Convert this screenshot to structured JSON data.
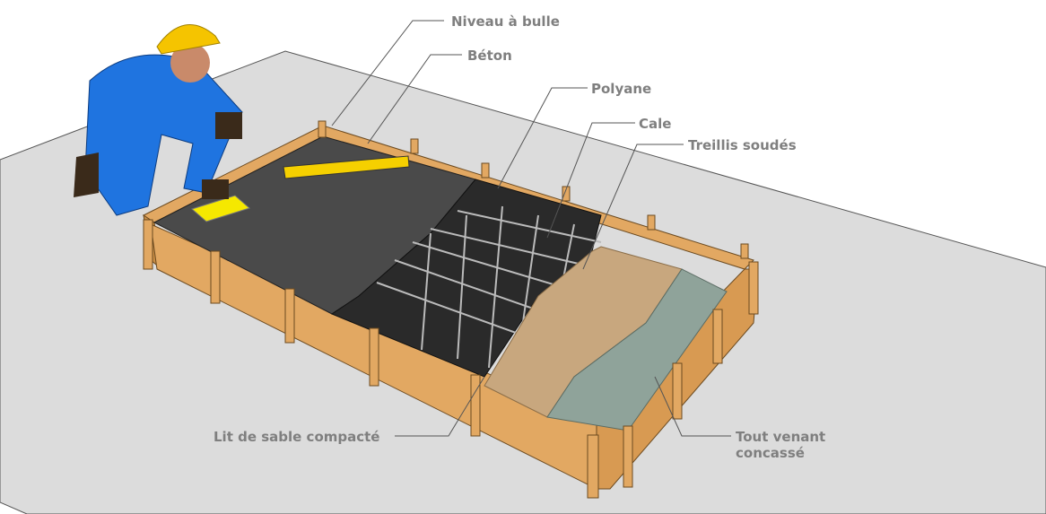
{
  "labels": {
    "niveau": "Niveau à bulle",
    "beton": "Béton",
    "polyane": "Polyane",
    "cale": "Cale",
    "treillis": "Treillis soudés",
    "sable": "Lit de sable compacté",
    "tout_venant_1": "Tout venant",
    "tout_venant_2": "concassé"
  },
  "colors": {
    "ground": "#dcdcdc",
    "wood": "#e2a862",
    "concrete": "#4a4a4a",
    "polyane": "#2a2a2a",
    "sand": "#c8a77e",
    "gravel": "#8fa39a",
    "worker": "#1f74e0",
    "helmet": "#f5c400",
    "label": "#7f7f7f"
  }
}
